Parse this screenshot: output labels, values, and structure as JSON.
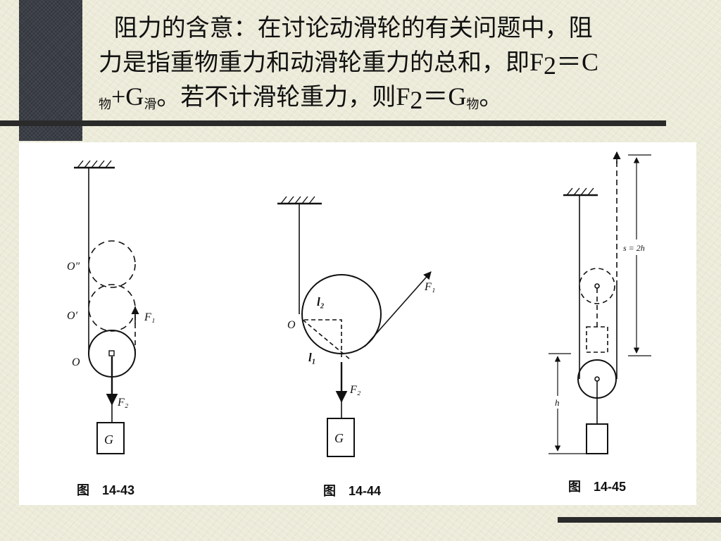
{
  "title": {
    "line1": "阻力的含意：在讨论动滑轮的有关问题中，阻",
    "line2_text": "力是指重物重力和动滑轮重力的总和，即",
    "f2_base": "F",
    "f2_sub": "2",
    "eq_c": "＝C",
    "wu_sub": "物",
    "plus_g": "+G",
    "hua_sub": "滑",
    "sentence2": "。若不计滑轮重力，则",
    "eq_g": "＝G",
    "end": "。"
  },
  "figures": [
    {
      "caption": "图　14-43",
      "labels": {
        "o2": "O″",
        "o1": "O′",
        "o": "O",
        "f1": "F₁",
        "f2": "F₂",
        "g": "G"
      }
    },
    {
      "caption": "图　14-44",
      "labels": {
        "l2": "l₂",
        "o": "O",
        "l1": "l₁",
        "f1": "F₁",
        "f2": "F₂",
        "g": "G"
      }
    },
    {
      "caption": "图　14-45",
      "labels": {
        "s": "s = 2h",
        "h": "h"
      }
    }
  ]
}
